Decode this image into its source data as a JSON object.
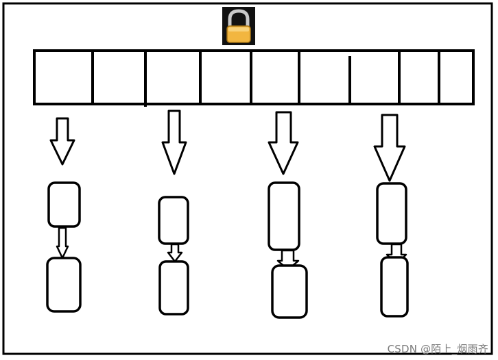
{
  "diagram": {
    "lock_icon": "padlock-icon",
    "bucket_count": 9,
    "chain_count": 4,
    "chain_node_counts": [
      2,
      2,
      2,
      2
    ],
    "colors": {
      "stroke": "#000000",
      "background": "#ffffff",
      "lock_bg": "#111111",
      "lock_body": "#f2b640",
      "lock_shackle": "#c8c8c8"
    }
  },
  "watermark": {
    "text": "CSDN @陌上_烟雨齐"
  }
}
